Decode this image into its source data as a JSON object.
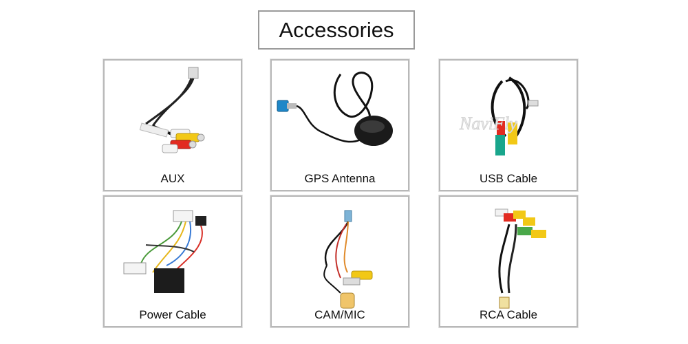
{
  "header": {
    "title": "Accessories"
  },
  "items": [
    {
      "label": "AUX",
      "icon": "aux-cable-image"
    },
    {
      "label": "GPS Antenna",
      "icon": "gps-antenna-image"
    },
    {
      "label": "USB Cable",
      "icon": "usb-cable-image",
      "watermark": "NaviFly"
    },
    {
      "label": "Power Cable",
      "icon": "power-cable-image"
    },
    {
      "label": "CAM/MIC",
      "icon": "cam-mic-cable-image"
    },
    {
      "label": "RCA Cable",
      "icon": "rca-cable-image"
    }
  ]
}
